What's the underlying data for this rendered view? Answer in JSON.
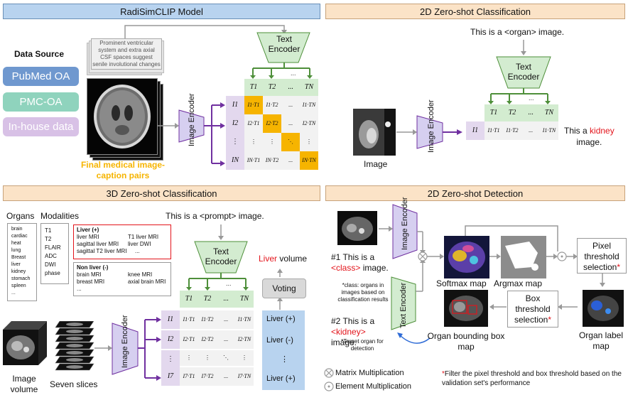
{
  "panels": {
    "p1": "RadiSimCLIP Model",
    "p2": "2D Zero-shot Classification",
    "p3": "3D Zero-shot Classification",
    "p4": "2D Zero-shot Detection"
  },
  "data_source": {
    "title": "Data Source",
    "items": [
      "PubMed OA",
      "PMC-OA",
      "In-house data"
    ],
    "colors": [
      "#6f98cf",
      "#8fd3bd",
      "#d8c1e6"
    ]
  },
  "p1": {
    "caption_text": "Prominent ventricular system and extra axial CSF spaces suggest senile involutional changes",
    "pairs_label": "Final medical image-caption pairs",
    "text_encoder": "Text Encoder",
    "image_encoder": "Image Encoder",
    "t_headers": [
      "T1",
      "T2",
      "...",
      "TN"
    ],
    "i_rows": [
      "I1",
      "I2",
      "⋮",
      "IN"
    ],
    "matrix": [
      [
        "I1·T1",
        "I1·T2",
        "...",
        "I1·TN"
      ],
      [
        "I2·T1",
        "I2·T2",
        "...",
        "I2·TN"
      ],
      [
        "⋮",
        "⋮",
        "⋱",
        "⋮"
      ],
      [
        "IN·T1",
        "IN·T2",
        "...",
        "IN·TN"
      ]
    ]
  },
  "p2": {
    "prompt": "This is a <organ> image.",
    "text_encoder": "Text Encoder",
    "image_encoder": "Image Encoder",
    "image_label": "Image",
    "result_prefix": "This a",
    "result_word": "kidney",
    "result_suffix": "image.",
    "t_headers": [
      "T1",
      "T2",
      "...",
      "TN"
    ],
    "row_label": "I1",
    "row": [
      "I1·T1",
      "I1·T2",
      "...",
      "I1·TN"
    ]
  },
  "p3": {
    "organs_label": "Organs",
    "modalities_label": "Modalities",
    "organs": [
      "brain",
      "cardiac",
      "heat",
      "lung",
      "Breast",
      "liver",
      "kidney",
      "stomach",
      "spleen",
      "..."
    ],
    "modalities": [
      "T1",
      "T2",
      "FLAIR",
      "ADC",
      "DWI",
      "phase"
    ],
    "liver_pos_title": "Liver (+)",
    "liver_pos_items": [
      "liver MRI",
      "T1 liver MRI",
      "sagittal liver  MRI",
      "liver DWI",
      "sagittal T2 liver MRI",
      "..."
    ],
    "liver_neg_title": "Non liver (-)",
    "liver_neg_items": [
      "brain MRI",
      "knee MRI",
      "breast MRI",
      "axial brain MRI",
      "..."
    ],
    "prompt": "This is a <prompt> image.",
    "text_encoder": "Text Encoder",
    "image_encoder": "Image Encoder",
    "liver_volume_word": "Liver",
    "liver_volume_rest": "volume",
    "voting": "Voting",
    "votes": [
      "Liver (+)",
      "Liver (-)",
      "⋮",
      "Liver (+)"
    ],
    "image_volume": "Image volume",
    "seven_slices": "Seven slices",
    "t_headers": [
      "T1",
      "T2",
      "...",
      "TN"
    ],
    "i_rows": [
      "I1",
      "I2",
      "⋮",
      "I7"
    ],
    "matrix": [
      [
        "I1·T1",
        "I1·T2",
        "...",
        "I1·TN"
      ],
      [
        "I2·T1",
        "I2·T2",
        "...",
        "I2·TN"
      ],
      [
        "⋮",
        "⋮",
        "⋱",
        "⋮"
      ],
      [
        "I7·T1",
        "I7·T2",
        "...",
        "I7·TN"
      ]
    ]
  },
  "p4": {
    "image_encoder": "Image Encoder",
    "text_encoder": "Text Encoder",
    "prompt1_a": "#1 This is a",
    "prompt1_class": "<class>",
    "prompt1_b": "image.",
    "prompt1_note": "*class: organs in images based on classification results",
    "prompt2_a": "#2 This is a",
    "prompt2_kidney": "<kidney>",
    "prompt2_b": "image.",
    "prompt2_note": "*Target organ for detection",
    "softmax": "Softmax map",
    "argmax": "Argmax map",
    "pixel_threshold": "Pixel threshold selection",
    "box_threshold": "Box threshold selection",
    "organ_label_map": "Organ label map",
    "organ_bbox_map": "Organ bounding box map",
    "legend_matrix": "Matrix Multiplication",
    "legend_element": "Element Multiplication",
    "footnote": "Filter the pixel threshold and box threshold based on the validation set's performance"
  },
  "colors": {
    "accent_orange": "#f6b400",
    "red": "#e3141b",
    "encoder_purple": "#d6cff0",
    "text_encoder_green": "#d3ecd0",
    "arrow_purple": "#7030a0",
    "arrow_green": "#4e8f3a"
  }
}
